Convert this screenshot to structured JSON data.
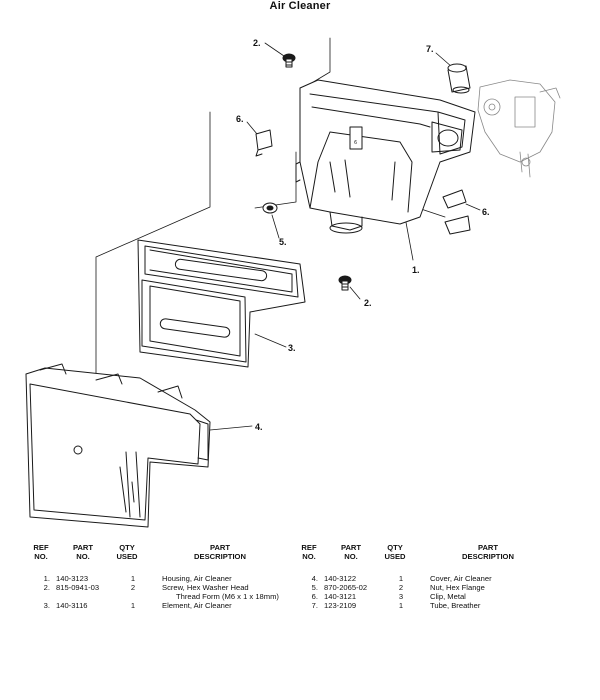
{
  "title": "Air Cleaner",
  "callouts": [
    "2.",
    "7.",
    "6.",
    "5.",
    "1.",
    "2.",
    "6.",
    "3.",
    "4."
  ],
  "table_headers": {
    "ref_1": "REF",
    "ref_2": "NO.",
    "part_1": "PART",
    "part_2": "NO.",
    "qty_1": "QTY",
    "qty_2": "USED",
    "desc_1": "PART",
    "desc_2": "DESCRIPTION"
  },
  "parts_left": [
    {
      "ref": "1.",
      "part_no": "140-3123",
      "qty": "1",
      "desc": "Housing, Air Cleaner"
    },
    {
      "ref": "2.",
      "part_no": "815-0941-03",
      "qty": "2",
      "desc": "Screw, Hex Washer Head"
    },
    {
      "ref": "",
      "part_no": "",
      "qty": "",
      "desc": "Thread Form (M6 x 1 x 18mm)"
    },
    {
      "ref": "3.",
      "part_no": "140-3116",
      "qty": "1",
      "desc": "Element, Air Cleaner"
    }
  ],
  "parts_right": [
    {
      "ref": "4.",
      "part_no": "140-3122",
      "qty": "1",
      "desc": "Cover, Air Cleaner"
    },
    {
      "ref": "5.",
      "part_no": "870-2065-02",
      "qty": "2",
      "desc": "Nut, Hex Flange"
    },
    {
      "ref": "6.",
      "part_no": "140-3121",
      "qty": "3",
      "desc": "Clip, Metal"
    },
    {
      "ref": "7.",
      "part_no": "123-2109",
      "qty": "1",
      "desc": "Tube, Breather"
    }
  ]
}
